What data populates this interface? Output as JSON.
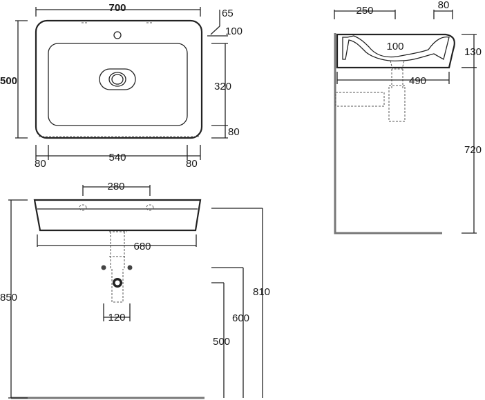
{
  "dimensions": {
    "top_width": "700",
    "tap_offset": "65",
    "tap_depth": "100",
    "top_depth": "500",
    "bowl_depth": "320",
    "front_rim": "80",
    "side_left": "80",
    "bowl_width": "540",
    "side_right": "80",
    "side_depth": "250",
    "side_lip": "80",
    "side_height": "130",
    "waste_depth": "100",
    "side_projection": "490",
    "mount_height_side": "720",
    "fixing_spacing": "280",
    "front_width": "680",
    "bracket_spacing": "120",
    "rim_height": "850",
    "bracket_height": "810",
    "waste_height": "600",
    "outlet_height": "500"
  },
  "colors": {
    "line": "#222222",
    "hidden": "#555555",
    "wall": "#777777"
  }
}
